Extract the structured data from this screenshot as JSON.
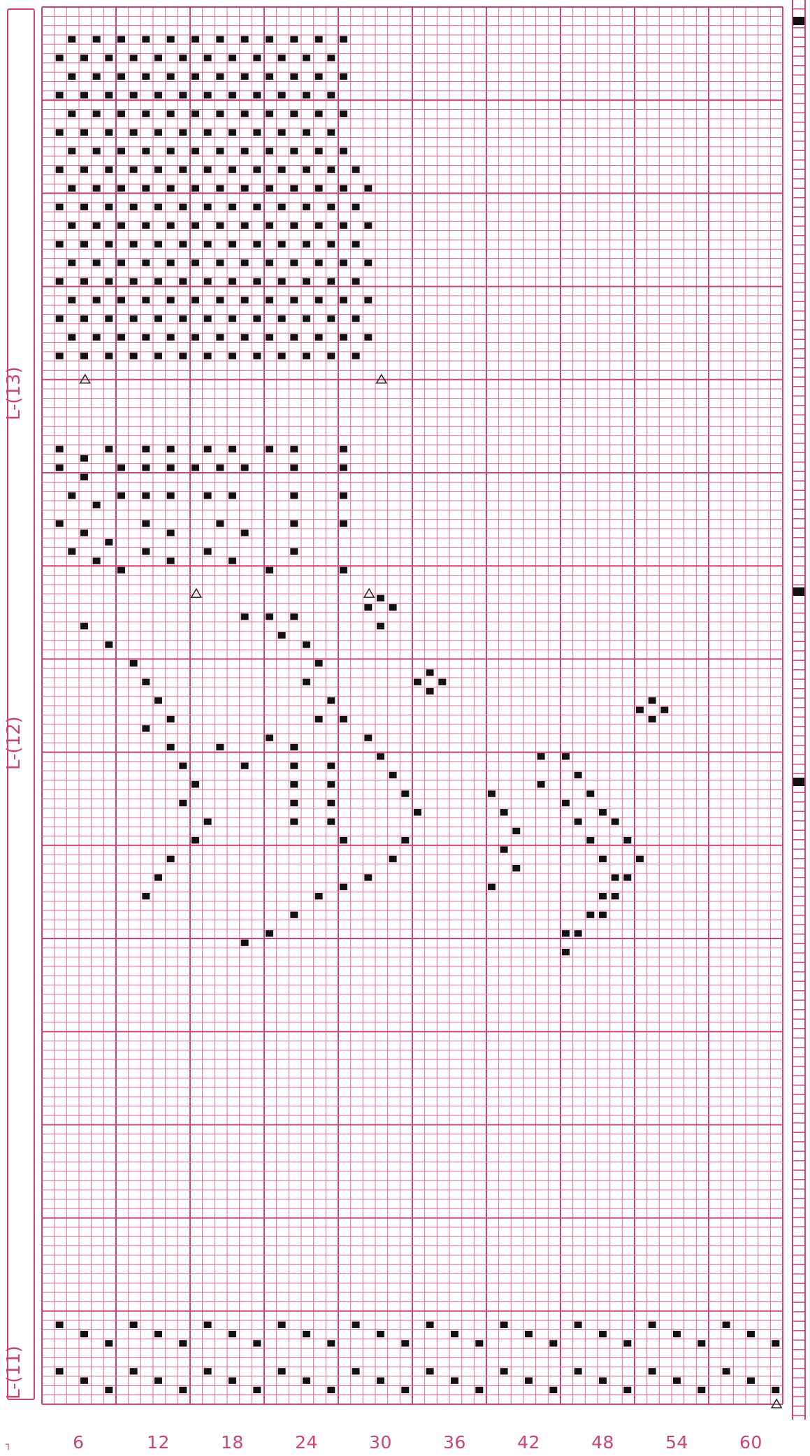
{
  "card": {
    "side_labels": [
      "L-(13)",
      "L-(12)",
      "L-(11)"
    ],
    "column_numbers": [
      "6",
      "12",
      "18",
      "24",
      "30",
      "36",
      "42",
      "48",
      "54",
      "60"
    ],
    "colors": {
      "grid_line": "#e06a9f",
      "grid_major": "#c8437a",
      "cell_fill": "#111111",
      "paper": "#ffffff"
    }
  }
}
